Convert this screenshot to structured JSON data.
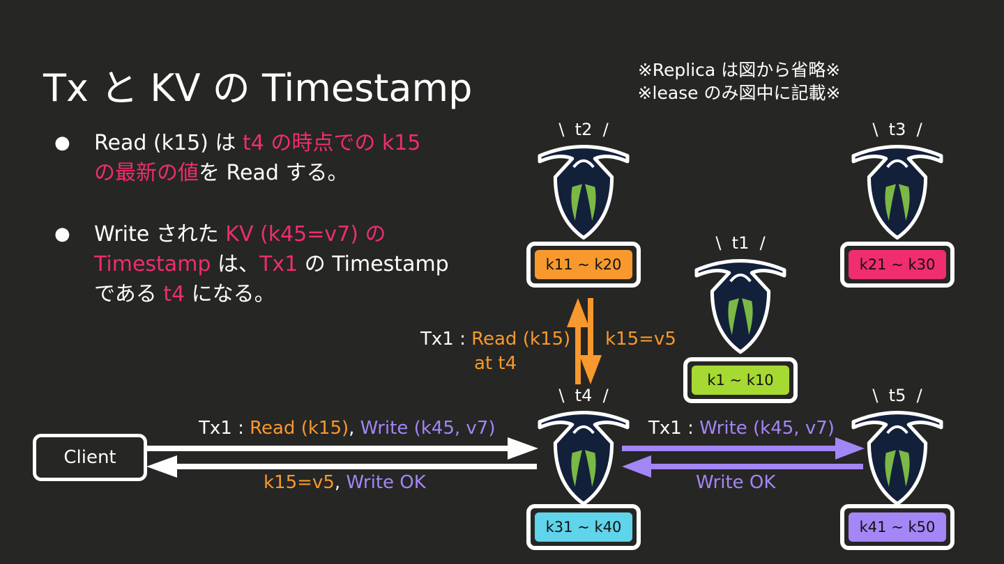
{
  "title": "Tx と KV の Timestamp",
  "notes": [
    "※Replica は図から省略※",
    "※lease のみ図中に記載※"
  ],
  "bullets": [
    {
      "marker": "●",
      "line1": {
        "a": "Read (k15) は ",
        "b": "t4 の時点での k15"
      },
      "line2": {
        "a": "の最新の値",
        "b": "を Read する。"
      }
    },
    {
      "marker": "●",
      "line1": {
        "a": "Write された ",
        "b": "KV (k45=v7) の"
      },
      "line2": {
        "a": "Timestamp",
        "b": " は、",
        "c": "Tx1",
        "d": " の Timestamp"
      },
      "line3": {
        "a": "である ",
        "b": "t4",
        "c": " になる。"
      }
    }
  ],
  "nodes": [
    {
      "label": "\\  t2  /",
      "range": "k11 ~ k20",
      "color": "#f7992e"
    },
    {
      "label": "\\  t3  /",
      "range": "k21 ~ k30",
      "color": "#ef2d6f"
    },
    {
      "label": "\\  t1  /",
      "range": "k1 ~ k10",
      "color": "#a6d932"
    },
    {
      "label": "\\  t4  /",
      "range": "k31 ~ k40",
      "color": "#5fd4ea"
    },
    {
      "label": "\\  t5  /",
      "range": "k41 ~ k50",
      "color": "#a586f6"
    }
  ],
  "client_label": "Client",
  "messages": {
    "client_req": {
      "prefix": "Tx1 : ",
      "read": "Read (k15)",
      "comma": ", ",
      "write": "Write (k45, v7)"
    },
    "client_resp": {
      "read": "k15=v5",
      "comma": ", ",
      "write": "Write OK"
    },
    "t4_t5_req": {
      "prefix": "Tx1 : ",
      "write": "Write (k45, v7)"
    },
    "t4_t5_resp": "Write OK",
    "t4_t2_req": {
      "prefix": "Tx1 : ",
      "read": "Read (k15)",
      "at": "at t4"
    },
    "t2_t4_resp": "k15=v5"
  },
  "colors": {
    "background": "#262624",
    "highlight_pink": "#ef2d6f",
    "read_orange": "#f7992e",
    "write_purple": "#a386f6",
    "node_dark": "#13203a",
    "leaf_green": "#7bb846"
  },
  "icons": [
    "cockroach-icon"
  ]
}
